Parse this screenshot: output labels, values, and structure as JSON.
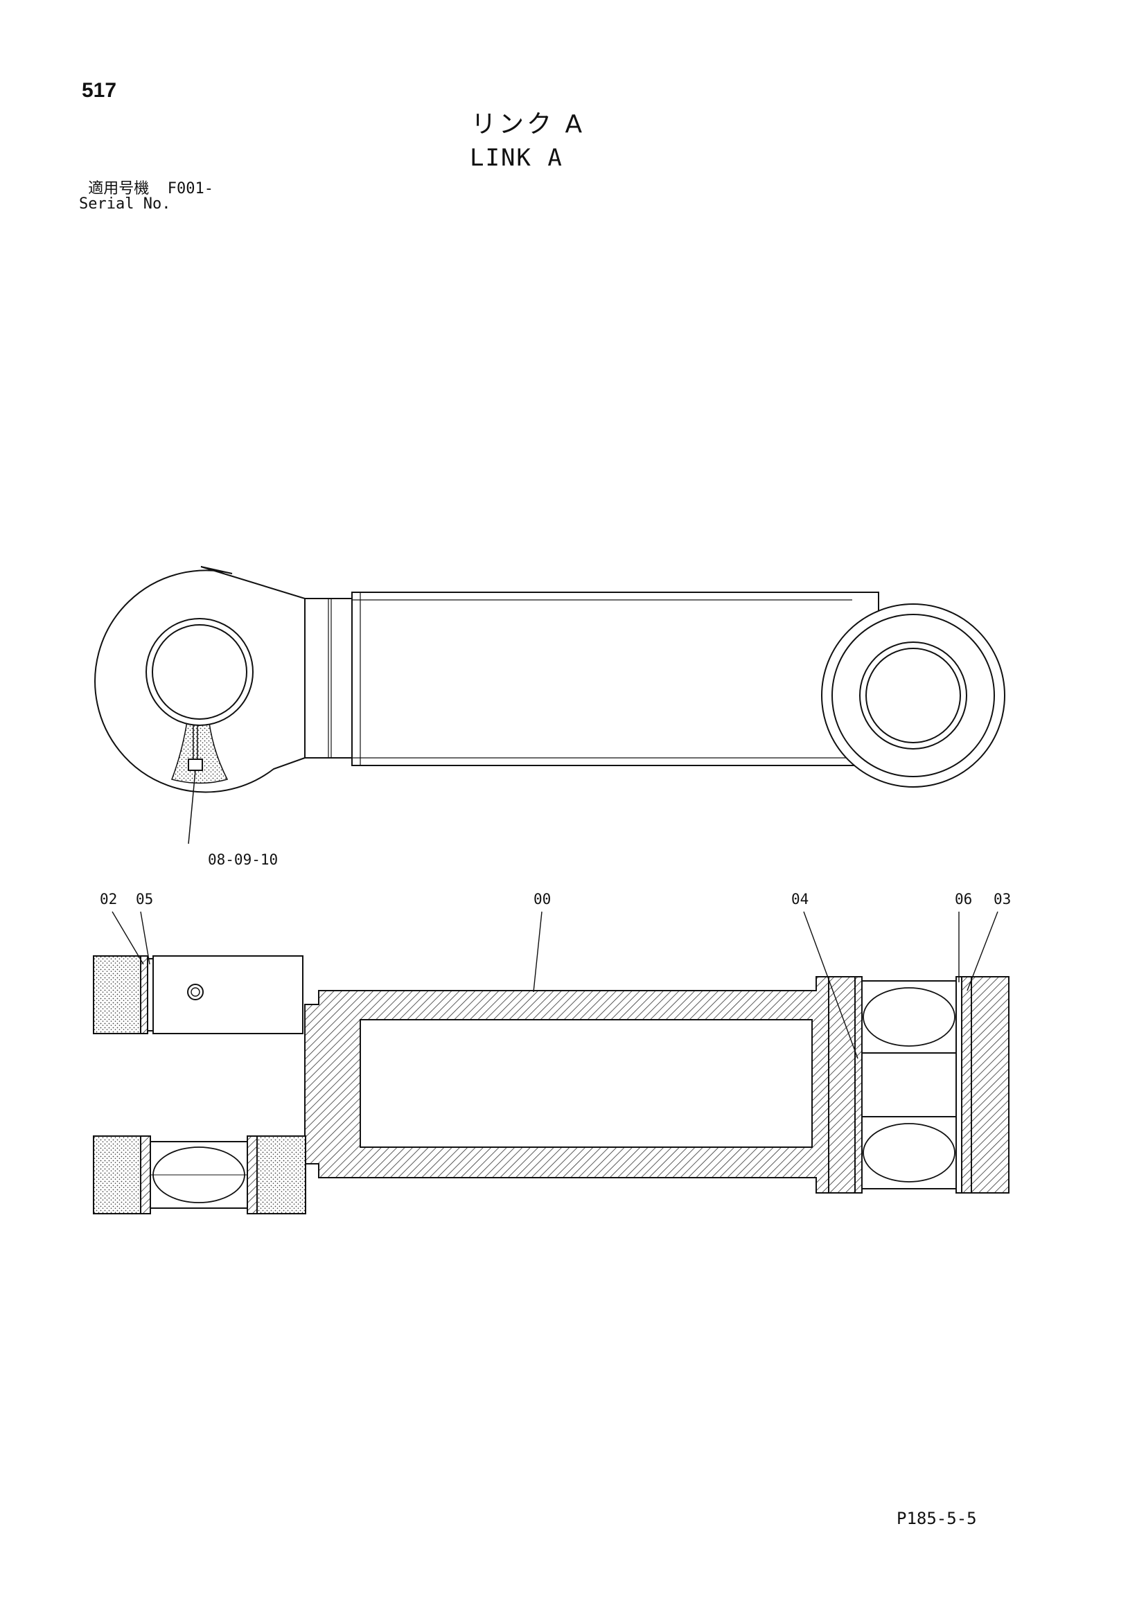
{
  "page_number": "517",
  "title_jp": "リンク A",
  "title_en": "LINK A",
  "applicable_label_jp": "適用号機",
  "serial_value": "F001-",
  "serial_label_en": "Serial No.",
  "callouts": {
    "top_view_fitting": "08-09-10",
    "c02": "02",
    "c05": "05",
    "c00": "00",
    "c04": "04",
    "c06": "06",
    "c03": "03"
  },
  "document_code": "P185-5-5"
}
